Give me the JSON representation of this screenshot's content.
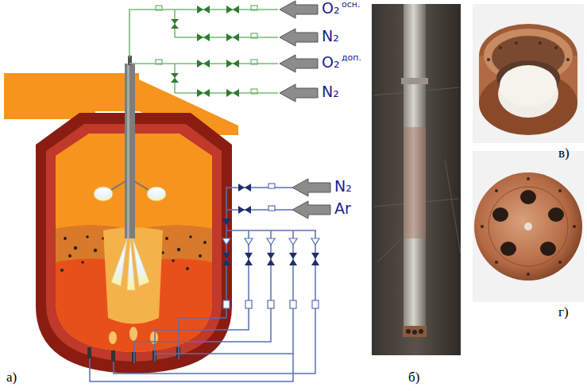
{
  "diagram": {
    "labels": [
      "O₂",
      "осн.",
      "N₂",
      "O₂",
      "доп.",
      "N₂",
      "N₂",
      "Ar",
      "а)",
      "б)",
      "в)",
      "г)"
    ]
  }
}
